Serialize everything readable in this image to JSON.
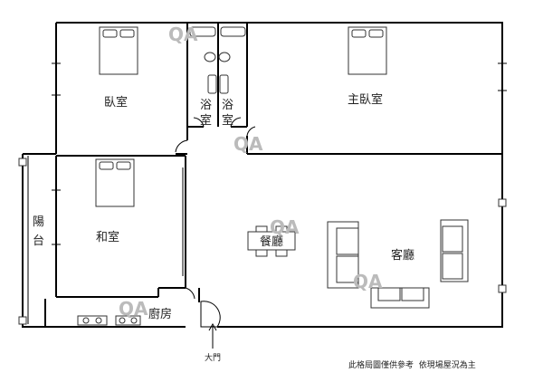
{
  "rooms": {
    "bedroom": "臥室",
    "master_bedroom": "主臥室",
    "bath1_a": "浴",
    "bath1_b": "室",
    "bath2_a": "浴",
    "bath2_b": "室",
    "balcony_a": "陽",
    "balcony_b": "台",
    "tatami_room": "和室",
    "dining_room": "餐廳",
    "living_room": "客廳",
    "kitchen": "廚房"
  },
  "entrance_label": "大門",
  "disclaimer": "此格局圖僅供參考  依現場屋況為主",
  "watermark": "QA"
}
